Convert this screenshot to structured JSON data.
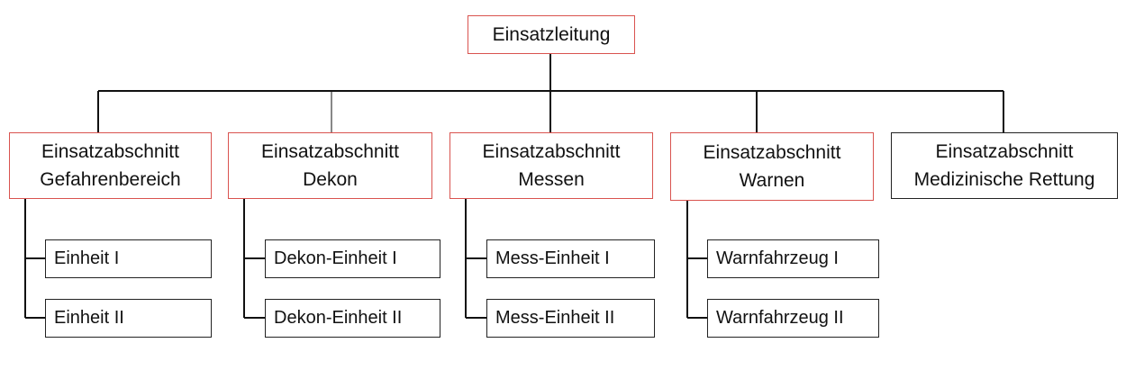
{
  "root": {
    "label": "Einsatzleitung"
  },
  "sections": [
    {
      "line1": "Einsatzabschnitt",
      "line2": "Gefahrenbereich",
      "units": [
        "Einheit I",
        "Einheit II"
      ]
    },
    {
      "line1": "Einsatzabschnitt",
      "line2": "Dekon",
      "units": [
        "Dekon-Einheit I",
        "Dekon-Einheit II"
      ]
    },
    {
      "line1": "Einsatzabschnitt",
      "line2": "Messen",
      "units": [
        "Mess-Einheit I",
        "Mess-Einheit II"
      ]
    },
    {
      "line1": "Einsatzabschnitt",
      "line2": "Warnen",
      "units": [
        "Warnfahrzeug I",
        "Warnfahrzeug II"
      ]
    },
    {
      "line1": "Einsatzabschnitt",
      "line2": "Medizinische Rettung",
      "units": []
    }
  ],
  "colors": {
    "highlight_border": "#d9534f",
    "normal_border": "#222222",
    "connector": "#111111"
  }
}
